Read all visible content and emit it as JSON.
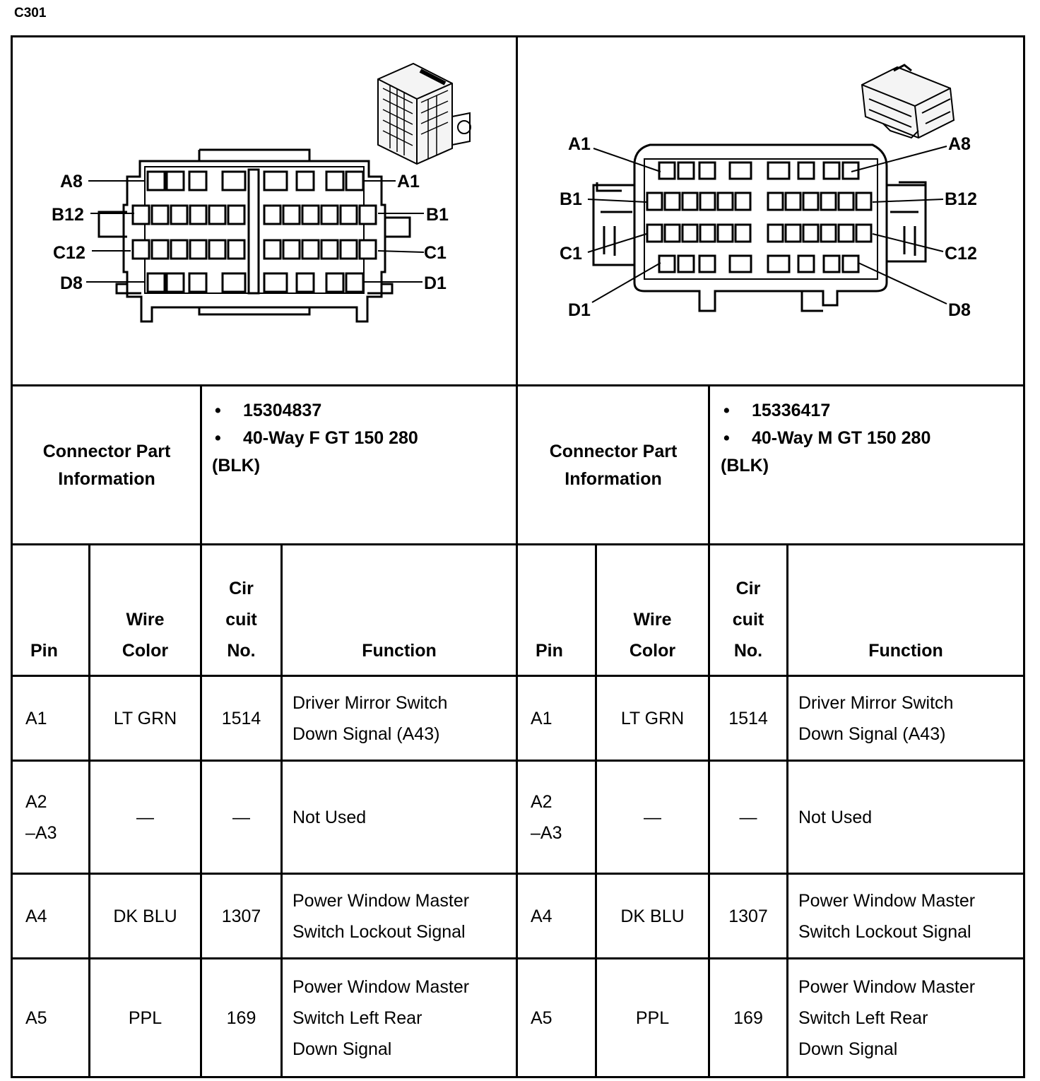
{
  "title": "C301",
  "connectors": [
    {
      "label": "Connector Part Information",
      "part_number": "15304837",
      "description": "40-Way F GT 150 280",
      "color": "(BLK)",
      "diagram": {
        "labels_left": [
          "A8",
          "B12",
          "C12",
          "D8"
        ],
        "labels_right": [
          "A1",
          "B1",
          "C1",
          "D1"
        ]
      }
    },
    {
      "label": "Connector Part Information",
      "part_number": "15336417",
      "description": "40-Way M GT 150 280",
      "color": "(BLK)",
      "diagram": {
        "labels_left": [
          "A1",
          "B1",
          "C1",
          "D1"
        ],
        "labels_right": [
          "A8",
          "B12",
          "C12",
          "D8"
        ]
      }
    }
  ],
  "headers": {
    "pin": "Pin",
    "wire_color_1": "Wire",
    "wire_color_2": "Color",
    "circuit_1": "Cir",
    "circuit_2": "cuit",
    "circuit_3": "No.",
    "function": "Function"
  },
  "rows": [
    {
      "pin": [
        "A1"
      ],
      "wire": "LT GRN",
      "circuit": "1514",
      "function": [
        "Driver Mirror Switch",
        "Down Signal (A43)"
      ]
    },
    {
      "pin": [
        "A2",
        "–A3"
      ],
      "wire": "—",
      "circuit": "—",
      "function": [
        "Not Used"
      ]
    },
    {
      "pin": [
        "A4"
      ],
      "wire": "DK BLU",
      "circuit": "1307",
      "function": [
        "Power Window Master",
        "Switch Lockout Signal"
      ]
    },
    {
      "pin": [
        "A5"
      ],
      "wire": "PPL",
      "circuit": "169",
      "function": [
        "Power Window Master",
        "Switch Left Rear",
        "Down Signal"
      ]
    }
  ]
}
